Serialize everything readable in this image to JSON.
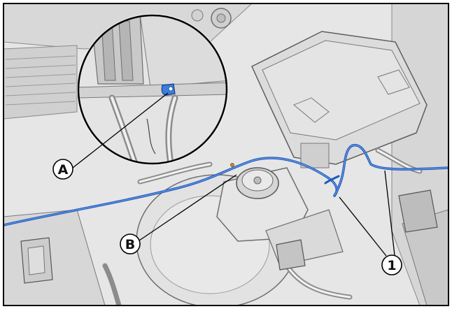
{
  "callouts": {
    "a": "A",
    "b": "B",
    "one": "1"
  },
  "colors": {
    "background": "#e9e9e9",
    "engine_parts": "#d4d4d4",
    "outline": "#6e6e6e",
    "wire_harness": "#1f5bbf",
    "clip_highlight": "#3b7fe0",
    "frame": "#000000"
  },
  "icons": [
    "fuse-box-icon",
    "brake-fluid-cap-icon",
    "wire-clip-icon",
    "magnifier-detail-icon"
  ]
}
